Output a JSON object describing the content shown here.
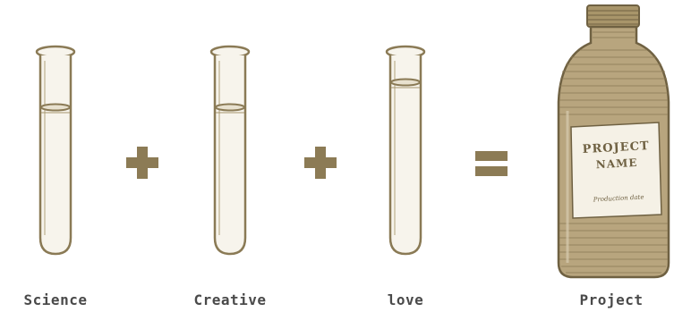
{
  "ingredients": [
    {
      "caption": "Science"
    },
    {
      "caption": "Creative"
    },
    {
      "caption": "love"
    }
  ],
  "operators": {
    "plus": "+",
    "equals": "="
  },
  "result": {
    "caption": "Project",
    "label_line1": "PROJECT",
    "label_line2": "NAME",
    "label_small": "Production date"
  },
  "colors": {
    "ink": "#8a7a55",
    "operator": "#8c7b55",
    "glass": "#f7f4ec",
    "bottle_body": "#b8a57e",
    "caption": "#4a4a4a"
  }
}
